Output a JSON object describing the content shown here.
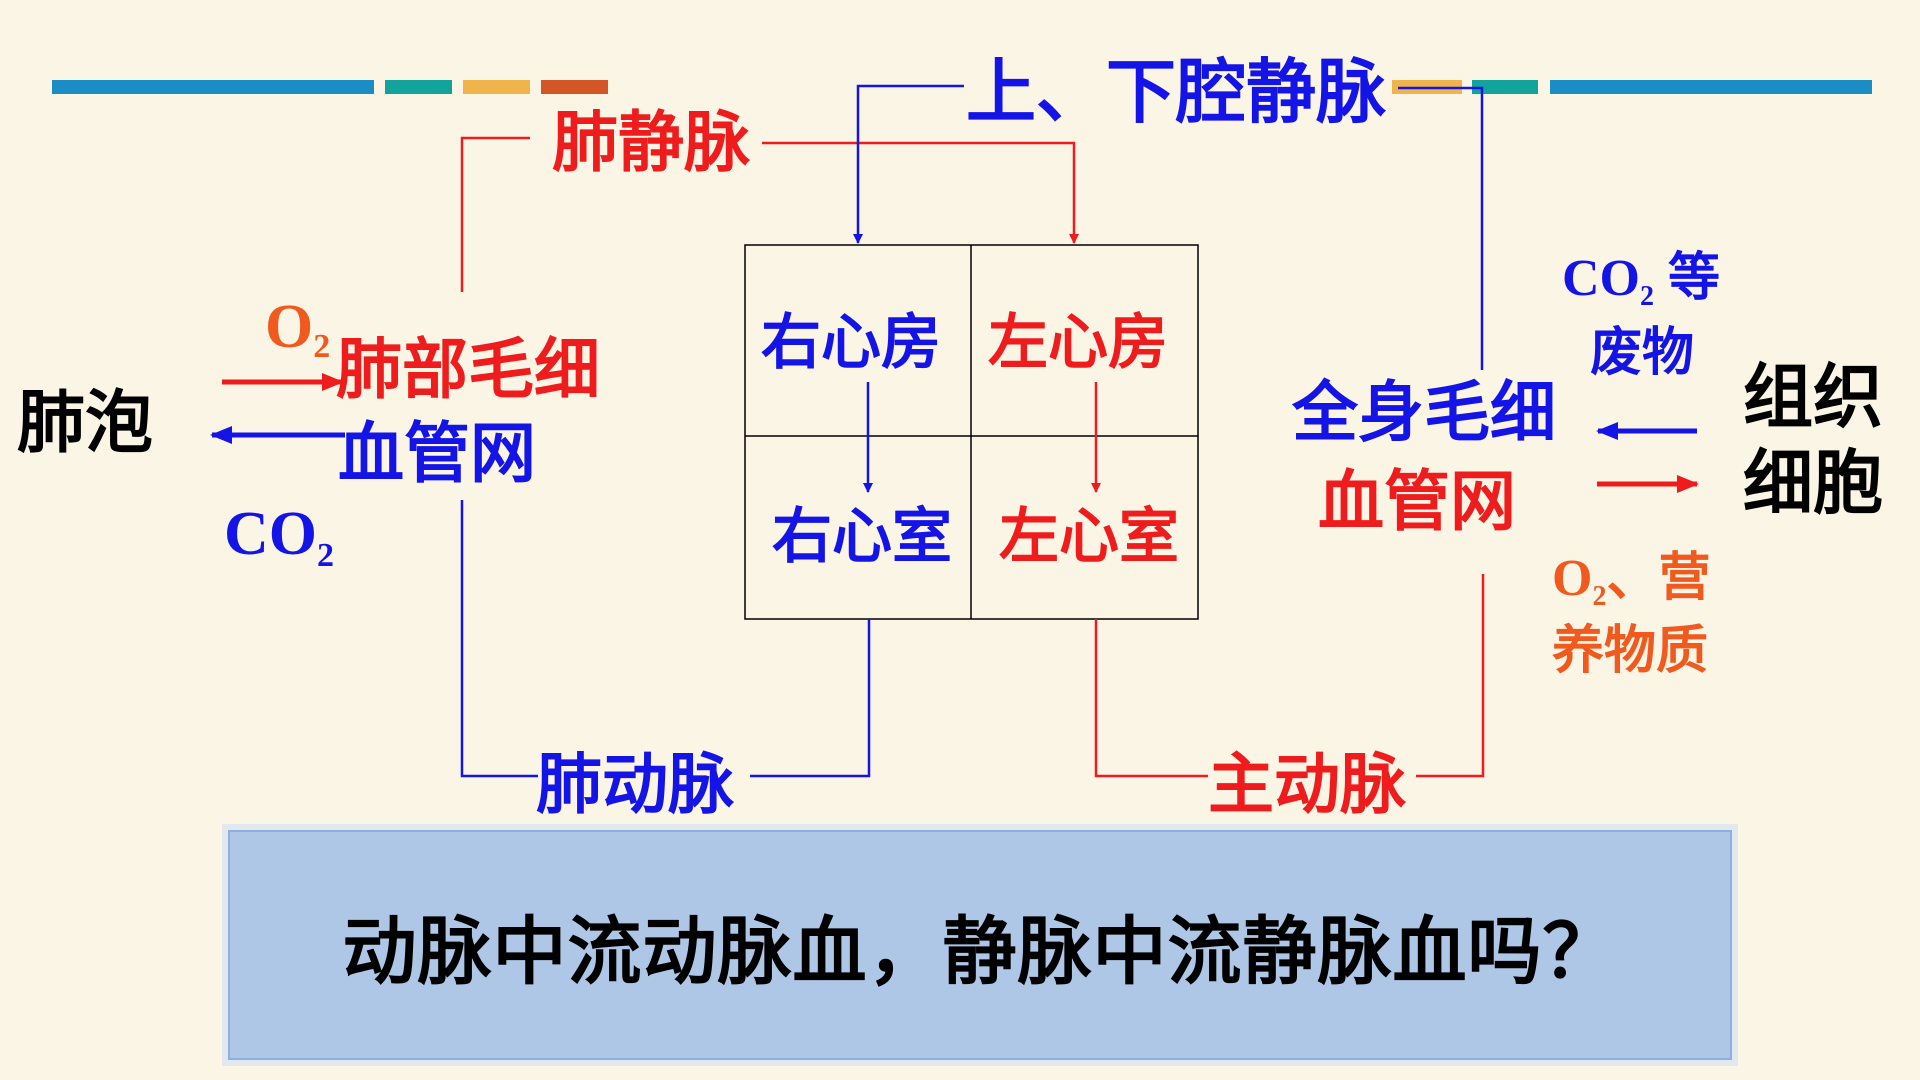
{
  "colors": {
    "red": "#ee1c1c",
    "blue": "#1414e6",
    "black": "#000000",
    "orange": "#f05a1e",
    "bar_blue": "#1b8cc4",
    "bar_teal": "#12a39a",
    "bar_yellow": "#efb44c",
    "bar_rust": "#d35726",
    "box_fill": "#aec7e6"
  },
  "vessels": {
    "pulmonary_vein": "肺静脉",
    "vena_cava": "上、下腔静脉",
    "pulmonary_artery": "肺动脉",
    "aorta": "主动脉"
  },
  "heart": {
    "right_atrium": "右心房",
    "left_atrium": "左心房",
    "right_ventricle": "右心室",
    "left_ventricle": "左心室"
  },
  "lung_side": {
    "alveoli": "肺泡",
    "capillary_line1": "肺部毛细",
    "capillary_line2": "血管网",
    "o2_base": "O",
    "o2_sub": "2",
    "co2_base": "CO",
    "co2_sub": "2"
  },
  "body_side": {
    "tissue_line1": "组织",
    "tissue_line2": "细胞",
    "capillary_line1": "全身毛细",
    "capillary_line2": "血管网",
    "waste_co2_base": "CO",
    "waste_co2_sub": "2",
    "waste_suffix": "等",
    "waste_line2": "废物",
    "nutrient_o2_base": "O",
    "nutrient_o2_sub": "2",
    "nutrient_suffix": "、营",
    "nutrient_line2": "养物质"
  },
  "question": "动脉中流动脉血，静脉中流静脉血吗？"
}
